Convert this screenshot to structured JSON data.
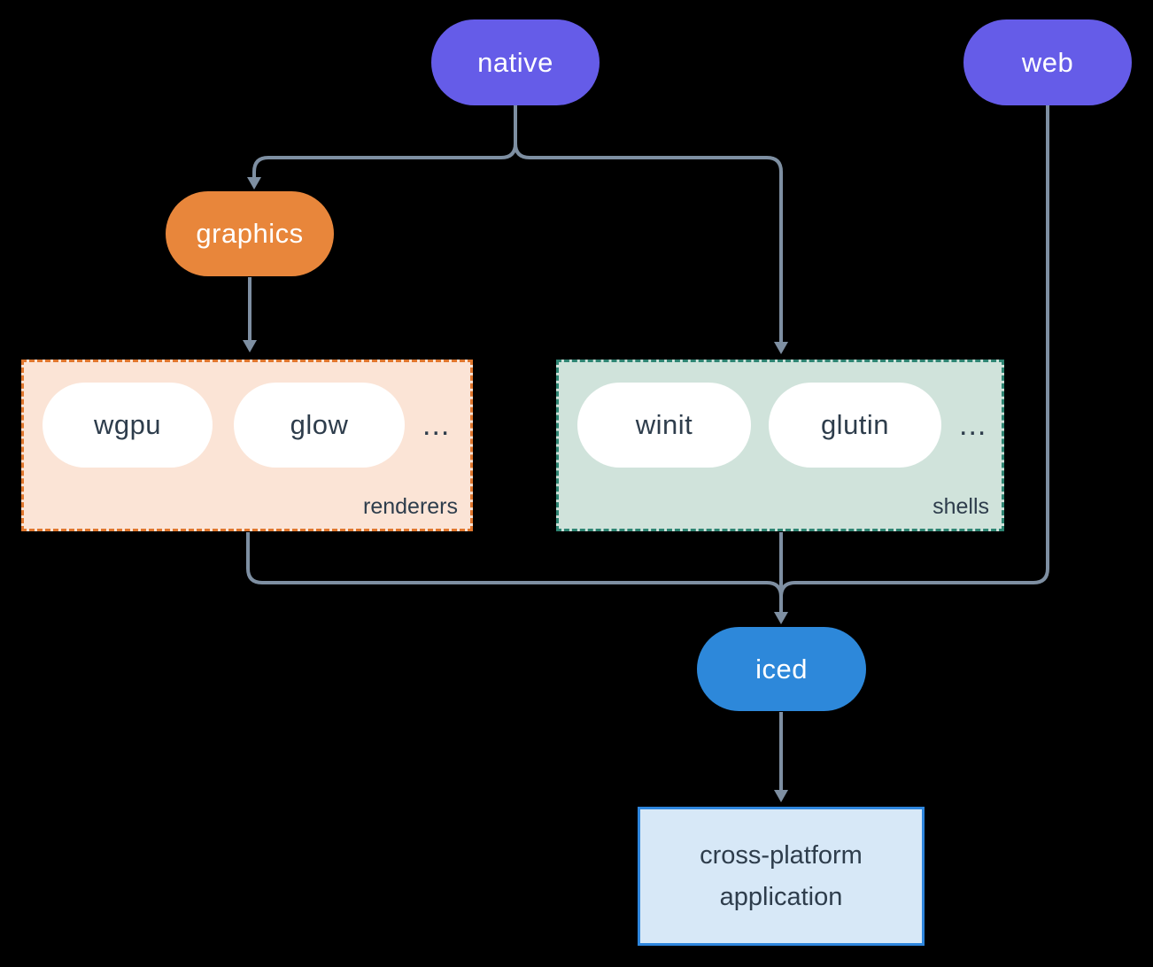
{
  "diagram": {
    "nodes": {
      "native": {
        "label": "native"
      },
      "web": {
        "label": "web"
      },
      "graphics": {
        "label": "graphics"
      },
      "iced": {
        "label": "iced"
      }
    },
    "groups": {
      "renderers": {
        "label": "renderers",
        "items": [
          "wgpu",
          "glow"
        ],
        "ellipsis": "..."
      },
      "shells": {
        "label": "shells",
        "items": [
          "winit",
          "glutin"
        ],
        "ellipsis": "..."
      }
    },
    "application": {
      "lines": [
        "cross-platform",
        "application"
      ]
    }
  },
  "colors": {
    "purple": "#655ce8",
    "orange": "#e8863b",
    "orange-border": "#e0772e",
    "blue": "#2d88da",
    "peach": "#fbe4d6",
    "sage": "#d0e3db",
    "teal-border": "#2e8573",
    "app-fill": "#d7e8f7",
    "app-border": "#2e86de",
    "line": "#7e8fa2",
    "dark": "#2e3d4c",
    "bg": "#000000"
  }
}
